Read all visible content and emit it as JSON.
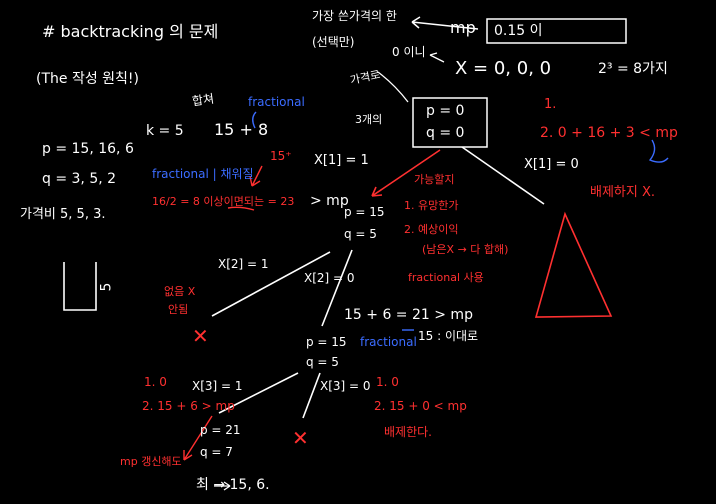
{
  "title": "# backtracking 의 문제",
  "subtitle": "(The 작성 원칙!)",
  "problem": {
    "p_line": "p = 15, 16, 6",
    "q_line": "q = 3, 5, 2",
    "price_line": "가격비 5, 5, 3."
  },
  "stack_label": "5",
  "top_center": {
    "greedy_note_1": "가장 쓴가격의 한",
    "greedy_note_2": "(선택만)",
    "mp_label": "mp",
    "mp_box_value": "0.15 이",
    "zero_note": "0 이니",
    "x_vector": "X = 0, 0, 0",
    "two_power": "2³ = 8가지",
    "start_label": "가격로",
    "init_label": "3개의",
    "root_p": "p = 0",
    "root_q": "q = 0"
  },
  "left_branch": {
    "k_eq": "k = 5",
    "total_label": "합쳐",
    "fractional_tag": "fractional",
    "sqrt_expr": "15 + 8",
    "fractional_knap": "fractional | 채워질",
    "ratio_line": "16/2 = 8 이상이면되는 = 23",
    "mp_sign": "> mp",
    "x1_eq_1": "X[1] = 1",
    "node1_p": "p = 15",
    "node1_q": "q = 5",
    "plus_note": "15⁺"
  },
  "right_branch": {
    "steps_title": "1.",
    "step2": "2. 0 + 16 + 3 < mp",
    "x1_eq_0": "X[1] = 0",
    "prune_text": "배제하지 X.",
    "cond_head": "가능할지",
    "cond1": "1. 유망한가",
    "cond2": "2. 예상이익",
    "cond2b": "(남은X → 다 합해)",
    "cond3": "fractional 사용"
  },
  "middle": {
    "x2_eq_1": "X[2] = 1",
    "x2_eq_0": "X[2] = 0",
    "no_x": "없음 X",
    "no_x_2": "안됨",
    "node2_p": "p = 15",
    "node2_q": "q = 5",
    "sum_expr": "15 + 6 = 21 > mp",
    "fractional_2": "fractional",
    "fifteen_note": "15 : 이대로"
  },
  "bottom": {
    "left_10": "1. 0",
    "left_step2": "2. 15 + 6 > mp",
    "x3_eq_1": "X[3] = 1",
    "node3_p": "p = 21",
    "node3_q": "q = 7",
    "mp_update": "mp 갱신해도",
    "result": "최 → 15, 6.",
    "x3_eq_0": "X[3] = 0",
    "right_10": "1. 0",
    "right_step2": "2. 15 + 0 < mp",
    "prune2": "배제한다."
  },
  "colors": {
    "white": "#ffffff",
    "red": "#ff3030",
    "blue": "#3b6cff",
    "background": "#000000"
  }
}
